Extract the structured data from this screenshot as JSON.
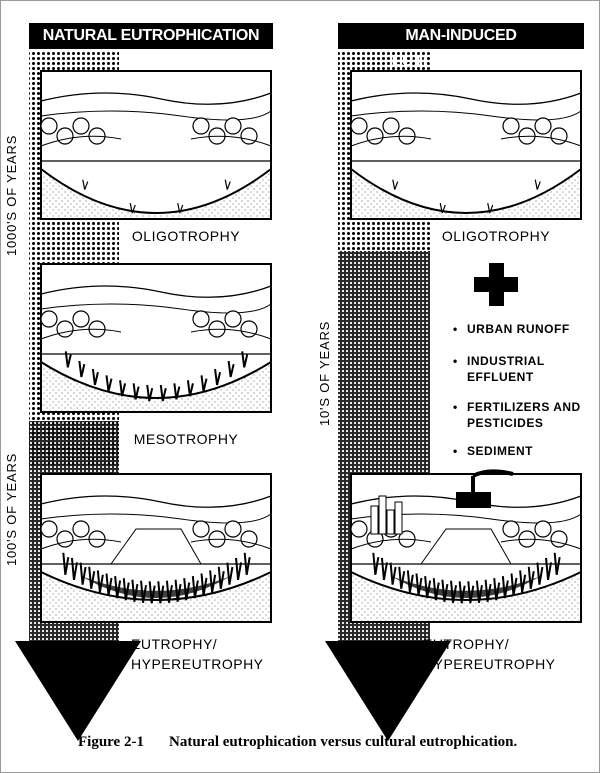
{
  "natural": {
    "title": "NATURAL EUTROPHICATION",
    "time_labels": [
      "1000'S OF YEARS",
      "100'S OF YEARS"
    ],
    "stages": [
      "OLIGOTROPHY",
      "MESOTROPHY",
      "EUTROPHY/",
      "HYPEREUTROPHY"
    ]
  },
  "man_induced": {
    "title": "MAN-INDUCED EUTROPHICATION",
    "time_label": "10'S OF YEARS",
    "stages": [
      "OLIGOTROPHY",
      "EUTROPHY/",
      "HYPEREUTROPHY"
    ],
    "plus_icon": "plus-icon",
    "factors": [
      {
        "bullet": "•",
        "line1": "URBAN RUNOFF"
      },
      {
        "bullet": "•",
        "line1": "INDUSTRIAL",
        "line2": "EFFLUENT"
      },
      {
        "bullet": "•",
        "line1": "FERTILIZERS AND",
        "line2": "PESTICIDES"
      },
      {
        "bullet": "•",
        "line1": "SEDIMENT"
      }
    ]
  },
  "caption": {
    "label": "Figure 2-1",
    "text": "Natural eutrophication versus cultural eutrophication."
  }
}
